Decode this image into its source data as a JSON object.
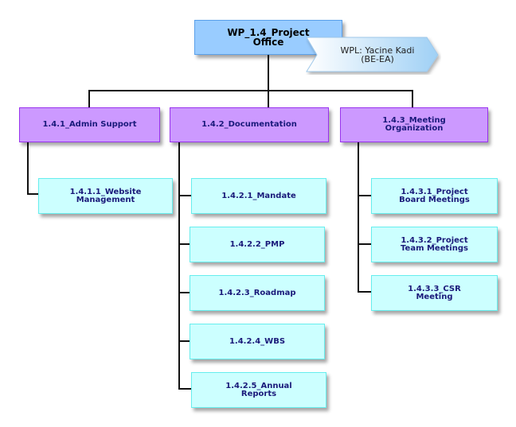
{
  "diagram": {
    "type": "work-breakdown-structure",
    "root": {
      "id": "root",
      "label": "WP_1.4_Project\nOffice"
    },
    "callout": {
      "label": "WPL: Yacine Kadi\n(BE-EA)"
    },
    "branches": [
      {
        "label": "1.4.1_Admin Support",
        "children": [
          {
            "label": "1.4.1.1_Website\nManagement"
          }
        ]
      },
      {
        "label": "1.4.2_Documentation",
        "children": [
          {
            "label": "1.4.2.1_Mandate"
          },
          {
            "label": "1.4.2.2_PMP"
          },
          {
            "label": "1.4.2.3_Roadmap"
          },
          {
            "label": "1.4.2.4_WBS"
          },
          {
            "label": "1.4.2.5_Annual\nReports"
          }
        ]
      },
      {
        "label": "1.4.3_Meeting\nOrganization",
        "children": [
          {
            "label": "1.4.3.1_Project\nBoard Meetings"
          },
          {
            "label": "1.4.3.2_Project\nTeam Meetings"
          },
          {
            "label": "1.4.3.3_CSR\nMeeting"
          }
        ]
      }
    ],
    "colors": {
      "root_fill": "#99ccff",
      "root_border": "#5aa0ea",
      "level2_fill": "#cc99ff",
      "level2_border": "#9933ee",
      "level3_fill": "#ccffff",
      "level3_border": "#66eeee",
      "label_text": "#1a1a7a",
      "connector": "#111111"
    }
  }
}
